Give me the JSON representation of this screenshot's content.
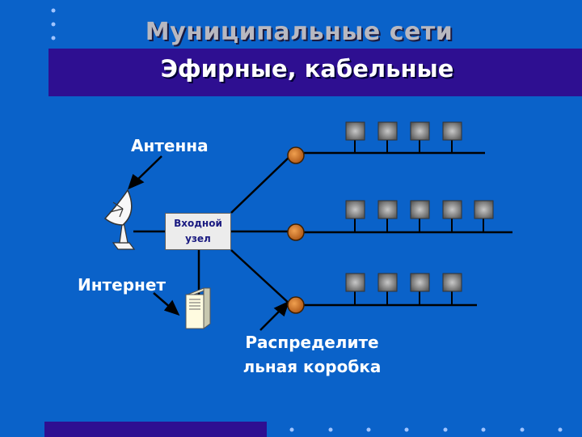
{
  "title": "Муниципальные сети",
  "subtitle": "Эфирные, кабельные",
  "labels": {
    "antenna": "Антенна",
    "internet": "Интернет",
    "distribution_box": "Распределите льная коробка",
    "distribution_box_line1": "Распределите",
    "distribution_box_line2": "льная коробка",
    "input_node_line1": "Входной",
    "input_node_line2": "узел"
  },
  "icons": [
    "satellite-dish-icon",
    "server-icon",
    "distribution-box-icon",
    "subscriber-terminal-icon"
  ],
  "branches": [
    {
      "name": "upper",
      "terminals": 4
    },
    {
      "name": "middle",
      "terminals": 5
    },
    {
      "name": "lower",
      "terminals": 4
    }
  ],
  "colors": {
    "background": "#0a62c9",
    "bar": "#2e0f91",
    "line": "#000000",
    "distribution_box": "#d9782a"
  }
}
